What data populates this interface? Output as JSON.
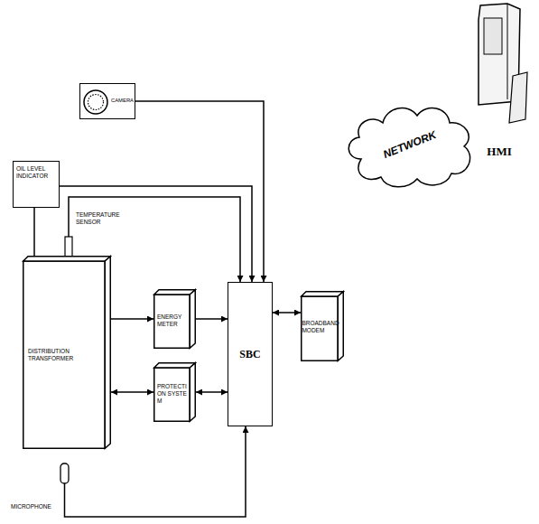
{
  "diagram": {
    "nodes": [
      {
        "text": [
          "CAMERA"
        ]
      },
      {
        "text": [
          "NETWORK"
        ]
      },
      {
        "text": [
          "HMI"
        ]
      },
      {
        "text": [
          "OIL LEVEL INDICATOR"
        ]
      },
      {
        "text": [
          "TEMPERATURE SENSOR"
        ]
      },
      {
        "text": [
          "DISTRIBUTION TRANSFORMER"
        ]
      },
      {
        "text": [
          "ENERGY METER"
        ]
      },
      {
        "text": [
          "SBC"
        ]
      },
      {
        "text": [
          "BROADBAND MODEM"
        ]
      },
      {
        "text": [
          "PROTECTION SYSTEM"
        ]
      },
      {
        "text": [
          "MICROPHONE"
        ]
      }
    ],
    "edges": [
      {
        "from": 0,
        "to": 7,
        "arrow": "to"
      },
      {
        "from": 3,
        "to": 7,
        "arrow": "to"
      },
      {
        "from": 4,
        "to": 7,
        "arrow": "to"
      },
      {
        "from": 3,
        "to": 5,
        "arrow": "none"
      },
      {
        "from": 5,
        "to": 6,
        "arrow": "to"
      },
      {
        "from": 6,
        "to": 7,
        "arrow": "to"
      },
      {
        "from": 5,
        "to": 9,
        "arrow": "both"
      },
      {
        "from": 9,
        "to": 7,
        "arrow": "both"
      },
      {
        "from": 7,
        "to": 8,
        "arrow": "both"
      },
      {
        "from": 10,
        "to": 7,
        "arrow": "to"
      }
    ]
  }
}
